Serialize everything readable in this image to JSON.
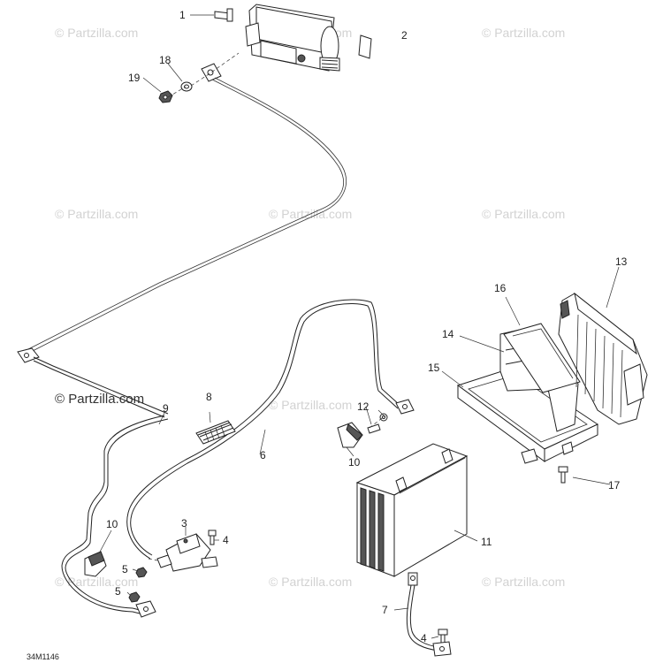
{
  "diagram": {
    "reference_code": "34M1146",
    "watermark_text": "© Partzilla.com",
    "callouts": [
      "1",
      "2",
      "3",
      "4",
      "4",
      "5",
      "5",
      "6",
      "7",
      "8",
      "9",
      "10",
      "10",
      "11",
      "12",
      "13",
      "14",
      "15",
      "16",
      "17",
      "18",
      "19"
    ]
  }
}
